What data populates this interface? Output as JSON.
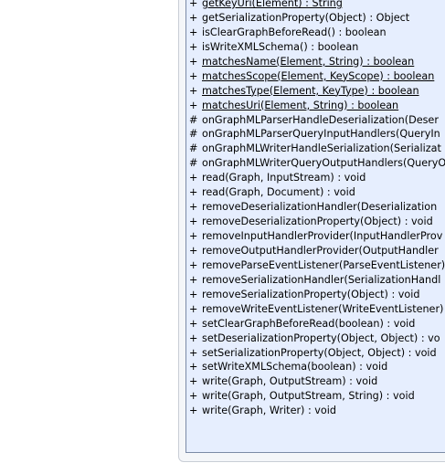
{
  "diagram": {
    "members": [
      {
        "visibility": "+",
        "signature": "getKeyUri(Element) : String",
        "static": true
      },
      {
        "visibility": "+",
        "signature": "getSerializationProperty(Object) : Object",
        "static": false
      },
      {
        "visibility": "+",
        "signature": "isClearGraphBeforeRead() : boolean",
        "static": false
      },
      {
        "visibility": "+",
        "signature": "isWriteXMLSchema() : boolean",
        "static": false
      },
      {
        "visibility": "+",
        "signature": "matchesName(Element, String) : boolean",
        "static": true
      },
      {
        "visibility": "+",
        "signature": "matchesScope(Element, KeyScope) : boolean",
        "static": true
      },
      {
        "visibility": "+",
        "signature": "matchesType(Element, KeyType) : boolean",
        "static": true
      },
      {
        "visibility": "+",
        "signature": "matchesUri(Element, String) : boolean",
        "static": true
      },
      {
        "visibility": "#",
        "signature": "onGraphMLParserHandleDeserialization(Deser",
        "static": false
      },
      {
        "visibility": "#",
        "signature": "onGraphMLParserQueryInputHandlers(QueryIn",
        "static": false
      },
      {
        "visibility": "#",
        "signature": "onGraphMLWriterHandleSerialization(Serializat",
        "static": false
      },
      {
        "visibility": "#",
        "signature": "onGraphMLWriterQueryOutputHandlers(QueryO",
        "static": false
      },
      {
        "visibility": "+",
        "signature": "read(Graph, InputStream) : void",
        "static": false
      },
      {
        "visibility": "+",
        "signature": "read(Graph, Document) : void",
        "static": false
      },
      {
        "visibility": "+",
        "signature": "removeDeserializationHandler(Deserialization",
        "static": false
      },
      {
        "visibility": "+",
        "signature": "removeDeserializationProperty(Object) : void",
        "static": false
      },
      {
        "visibility": "+",
        "signature": "removeInputHandlerProvider(InputHandlerProv",
        "static": false
      },
      {
        "visibility": "+",
        "signature": "removeOutputHandlerProvider(OutputHandler",
        "static": false
      },
      {
        "visibility": "+",
        "signature": "removeParseEventListener(ParseEventListener)",
        "static": false
      },
      {
        "visibility": "+",
        "signature": "removeSerializationHandler(SerializationHandl",
        "static": false
      },
      {
        "visibility": "+",
        "signature": "removeSerializationProperty(Object) : void",
        "static": false
      },
      {
        "visibility": "+",
        "signature": "removeWriteEventListener(WriteEventListener)",
        "static": false
      },
      {
        "visibility": "+",
        "signature": "setClearGraphBeforeRead(boolean) : void",
        "static": false
      },
      {
        "visibility": "+",
        "signature": "setDeserializationProperty(Object, Object) : vo",
        "static": false
      },
      {
        "visibility": "+",
        "signature": "setSerializationProperty(Object, Object) : void",
        "static": false
      },
      {
        "visibility": "+",
        "signature": "setWriteXMLSchema(boolean) : void",
        "static": false
      },
      {
        "visibility": "+",
        "signature": "write(Graph, OutputStream) : void",
        "static": false
      },
      {
        "visibility": "+",
        "signature": "write(Graph, OutputStream, String) : void",
        "static": false
      },
      {
        "visibility": "+",
        "signature": "write(Graph, Writer) : void",
        "static": false
      }
    ]
  }
}
